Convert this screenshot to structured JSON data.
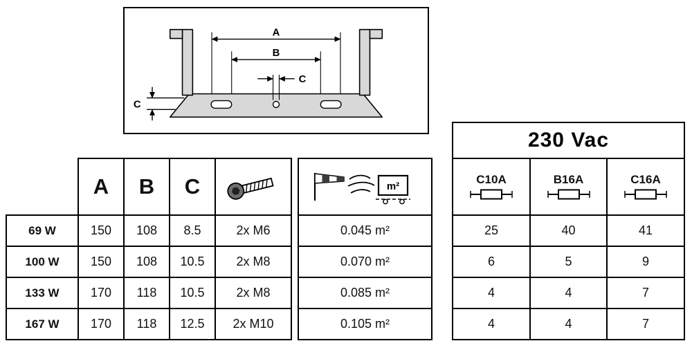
{
  "drawing": {
    "dim_a": "A",
    "dim_b": "B",
    "dim_c_center": "C",
    "dim_c_side": "C"
  },
  "voltage": {
    "label": "230 Vac"
  },
  "table": {
    "headers": {
      "a": "A",
      "b": "B",
      "c": "C"
    },
    "area_icon_label": "m²",
    "fuse_headers": [
      "C10A",
      "B16A",
      "C16A"
    ],
    "rows": [
      {
        "watt": "69 W",
        "a": "150",
        "b": "108",
        "c": "8.5",
        "screw": "2x M6",
        "area": "0.045 m²",
        "fuses": [
          "25",
          "40",
          "41"
        ]
      },
      {
        "watt": "100 W",
        "a": "150",
        "b": "108",
        "c": "10.5",
        "screw": "2x M8",
        "area": "0.070 m²",
        "fuses": [
          "6",
          "5",
          "9"
        ]
      },
      {
        "watt": "133 W",
        "a": "170",
        "b": "118",
        "c": "10.5",
        "screw": "2x M8",
        "area": "0.085 m²",
        "fuses": [
          "4",
          "4",
          "7"
        ]
      },
      {
        "watt": "167 W",
        "a": "170",
        "b": "118",
        "c": "12.5",
        "screw": "2x M10",
        "area": "0.105 m²",
        "fuses": [
          "4",
          "4",
          "7"
        ]
      }
    ]
  }
}
